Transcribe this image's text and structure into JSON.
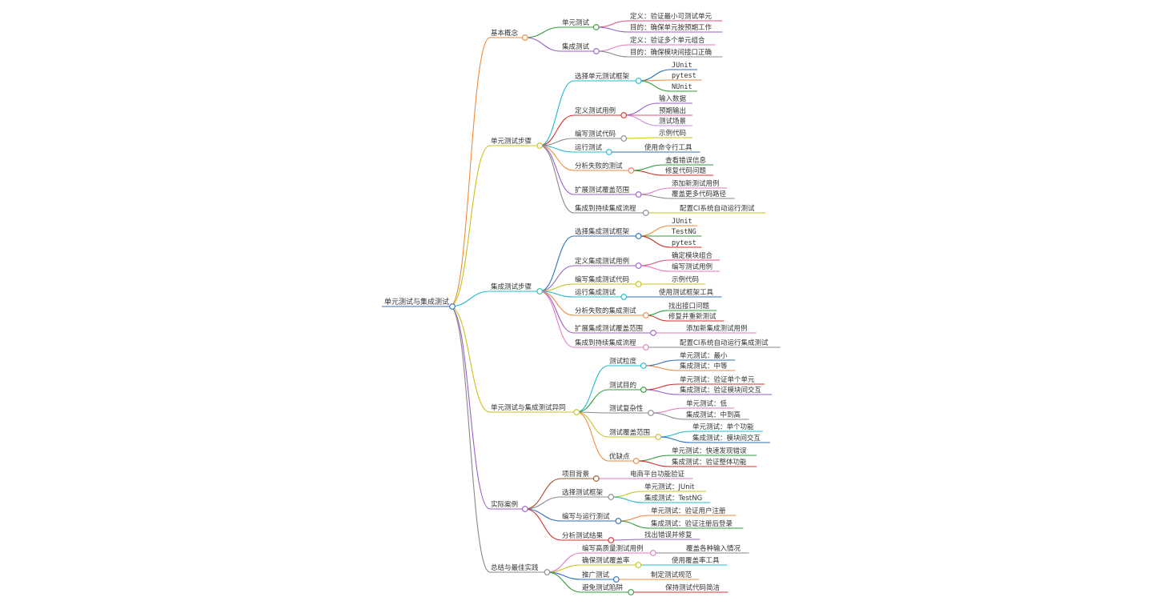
{
  "mindmap": {
    "root": "单元测试与集成测试",
    "branches": [
      {
        "label": "基本概念",
        "color": "#f08a3c",
        "children": [
          {
            "label": "单元测试",
            "color": "#2e9c3a",
            "children": [
              {
                "label": "定义：验证最小可测试单元",
                "color": "#e0507a"
              },
              {
                "label": "目的：确保单元按预期工作",
                "color": "#9a5fc7"
              }
            ]
          },
          {
            "label": "集成测试",
            "color": "#9a5fc7",
            "children": [
              {
                "label": "定义：验证多个单元组合",
                "color": "#e37ac0"
              },
              {
                "label": "目的：确保模块间接口正确",
                "color": "#888888"
              }
            ]
          }
        ]
      },
      {
        "label": "单元测试步骤",
        "color": "#c8c01e",
        "children": [
          {
            "label": "选择单元测试框架",
            "color": "#22b8d0",
            "children": [
              {
                "label": "JUnit",
                "color": "#2e6fb8",
                "mono": true
              },
              {
                "label": "pytest",
                "color": "#f08a3c",
                "mono": true
              },
              {
                "label": "NUnit",
                "color": "#2e9c3a",
                "mono": true
              }
            ]
          },
          {
            "label": "定义测试用例",
            "color": "#d32f2f",
            "children": [
              {
                "label": "输入数据",
                "color": "#9a5fc7"
              },
              {
                "label": "预期输出",
                "color": "#e0507a"
              },
              {
                "label": "测试场景",
                "color": "#c890d8"
              }
            ]
          },
          {
            "label": "编写测试代码",
            "color": "#888888",
            "children": [
              {
                "label": "示例代码",
                "color": "#c8c01e"
              }
            ]
          },
          {
            "label": "运行测试",
            "color": "#22b8d0",
            "children": [
              {
                "label": "使用命令行工具",
                "color": "#2e6fb8"
              }
            ]
          },
          {
            "label": "分析失败的测试",
            "color": "#f08a3c",
            "children": [
              {
                "label": "查看错误信息",
                "color": "#2e9c3a"
              },
              {
                "label": "修复代码问题",
                "color": "#d32f2f"
              }
            ]
          },
          {
            "label": "扩展测试覆盖范围",
            "color": "#9a5fc7",
            "children": [
              {
                "label": "添加新测试用例",
                "color": "#e37ac0"
              },
              {
                "label": "覆盖更多代码路径",
                "color": "#888888"
              }
            ]
          },
          {
            "label": "集成到持续集成流程",
            "color": "#888888",
            "children": [
              {
                "label": "配置CI系统自动运行测试",
                "color": "#c8c01e"
              }
            ]
          }
        ]
      },
      {
        "label": "集成测试步骤",
        "color": "#22b8d0",
        "children": [
          {
            "label": "选择集成测试框架",
            "color": "#2e6fb8",
            "children": [
              {
                "label": "JUnit",
                "color": "#f08a3c",
                "mono": true
              },
              {
                "label": "TestNG",
                "color": "#2e9c3a",
                "mono": true
              },
              {
                "label": "pytest",
                "color": "#d32f2f",
                "mono": true
              }
            ]
          },
          {
            "label": "定义集成测试用例",
            "color": "#9a5fc7",
            "children": [
              {
                "label": "确定模块组合",
                "color": "#e0507a"
              },
              {
                "label": "编写测试用例",
                "color": "#e37ac0"
              }
            ]
          },
          {
            "label": "编写集成测试代码",
            "color": "#c8c01e",
            "children": [
              {
                "label": "示例代码",
                "color": "#c8c01e"
              }
            ]
          },
          {
            "label": "运行集成测试",
            "color": "#22b8d0",
            "children": [
              {
                "label": "使用测试框架工具",
                "color": "#2e6fb8"
              }
            ]
          },
          {
            "label": "分析失败的集成测试",
            "color": "#f08a3c",
            "children": [
              {
                "label": "找出接口问题",
                "color": "#2e9c3a"
              },
              {
                "label": "修复并重新测试",
                "color": "#d32f2f"
              }
            ]
          },
          {
            "label": "扩展集成测试覆盖范围",
            "color": "#9a5fc7",
            "children": [
              {
                "label": "添加新集成测试用例",
                "color": "#e37ac0"
              }
            ]
          },
          {
            "label": "集成到持续集成流程",
            "color": "#e37ac0",
            "children": [
              {
                "label": "配置CI系统自动运行集成测试",
                "color": "#888888"
              }
            ]
          }
        ]
      },
      {
        "label": "单元测试与集成测试异同",
        "color": "#c8c01e",
        "children": [
          {
            "label": "测试粒度",
            "color": "#22b8d0",
            "children": [
              {
                "label": "单元测试：最小",
                "color": "#2e6fb8"
              },
              {
                "label": "集成测试：中等",
                "color": "#f08a3c"
              }
            ]
          },
          {
            "label": "测试目的",
            "color": "#2e9c3a",
            "children": [
              {
                "label": "单元测试：验证单个单元",
                "color": "#d32f2f"
              },
              {
                "label": "集成测试：验证模块间交互",
                "color": "#9a5fc7"
              }
            ]
          },
          {
            "label": "测试复杂性",
            "color": "#888888",
            "children": [
              {
                "label": "单元测试：低",
                "color": "#e37ac0"
              },
              {
                "label": "集成测试：中到高",
                "color": "#888888"
              }
            ]
          },
          {
            "label": "测试覆盖范围",
            "color": "#c8c01e",
            "children": [
              {
                "label": "单元测试：单个功能",
                "color": "#22b8d0"
              },
              {
                "label": "集成测试：模块间交互",
                "color": "#2e6fb8"
              }
            ]
          },
          {
            "label": "优缺点",
            "color": "#f08a3c",
            "children": [
              {
                "label": "单元测试：快速发现错误",
                "color": "#2e9c3a"
              },
              {
                "label": "集成测试：验证整体功能",
                "color": "#d32f2f"
              }
            ]
          }
        ]
      },
      {
        "label": "实际案例",
        "color": "#9a5fc7",
        "children": [
          {
            "label": "项目背景",
            "color": "#a0522d",
            "children": [
              {
                "label": "电商平台功能验证",
                "color": "#e37ac0"
              }
            ]
          },
          {
            "label": "选择测试框架",
            "color": "#888888",
            "children": [
              {
                "label": "单元测试：JUnit",
                "color": "#c8c01e",
                "mono_suffix": true
              },
              {
                "label": "集成测试：TestNG",
                "color": "#22b8d0",
                "mono_suffix": true
              }
            ]
          },
          {
            "label": "编写与运行测试",
            "color": "#2e6fb8",
            "children": [
              {
                "label": "单元测试：验证用户注册",
                "color": "#f08a3c"
              },
              {
                "label": "集成测试：验证注册后登录",
                "color": "#2e9c3a"
              }
            ]
          },
          {
            "label": "分析测试结果",
            "color": "#d32f2f",
            "children": [
              {
                "label": "找出错误并修复",
                "color": "#9a5fc7"
              }
            ]
          }
        ]
      },
      {
        "label": "总结与最佳实践",
        "color": "#888888",
        "children": [
          {
            "label": "编写高质量测试用例",
            "color": "#e37ac0",
            "children": [
              {
                "label": "覆盖各种输入情况",
                "color": "#888888"
              }
            ]
          },
          {
            "label": "确保测试覆盖率",
            "color": "#c8c01e",
            "children": [
              {
                "label": "使用覆盖率工具",
                "color": "#22b8d0"
              }
            ]
          },
          {
            "label": "推广测试",
            "color": "#2e6fb8",
            "children": [
              {
                "label": "制定测试规范",
                "color": "#f08a3c"
              }
            ]
          },
          {
            "label": "避免测试陷阱",
            "color": "#2e9c3a",
            "children": [
              {
                "label": "保持测试代码简洁",
                "color": "#d32f2f"
              }
            ]
          }
        ]
      }
    ]
  }
}
